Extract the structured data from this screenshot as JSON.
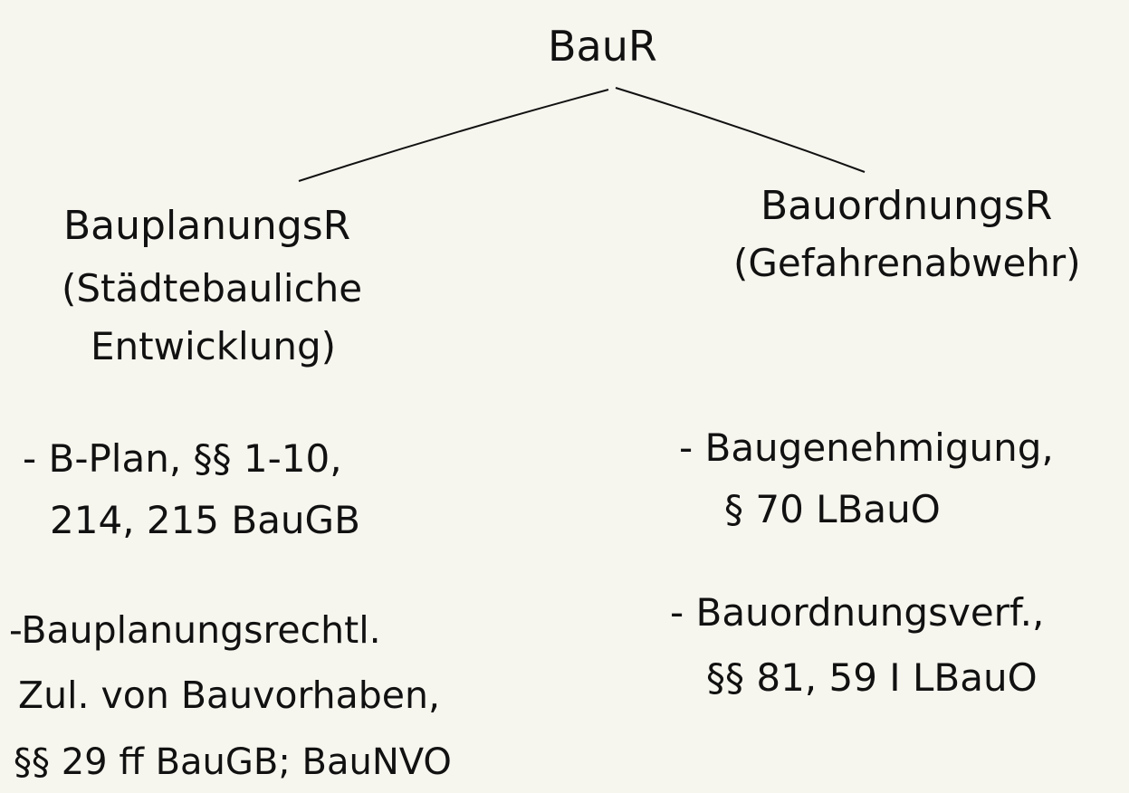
{
  "root": {
    "label": "BauR"
  },
  "left": {
    "title": "BauplanungsR",
    "subtitle_1": "(Städtebauliche",
    "subtitle_2": "Entwicklung)",
    "items": [
      {
        "line_1": "- B-Plan, §§ 1-10,",
        "line_2": "214, 215 BauGB"
      },
      {
        "line_1": "-Bauplanungsrechtl.",
        "line_2": "Zul. von Bauvorhaben,",
        "line_3": "§§ 29 ff BauGB; BauNVO"
      }
    ]
  },
  "right": {
    "title": "BauordnungsR",
    "subtitle_1": "(Gefahrenabwehr)",
    "items": [
      {
        "line_1": "- Baugenehmigung,",
        "line_2": "§ 70 LBauO"
      },
      {
        "line_1": "- Bauordnungsverf.,",
        "line_2": "§§ 81, 59 I LBauO"
      }
    ]
  },
  "colors": {
    "background": "#f6f5ee",
    "ink": "#111111"
  }
}
